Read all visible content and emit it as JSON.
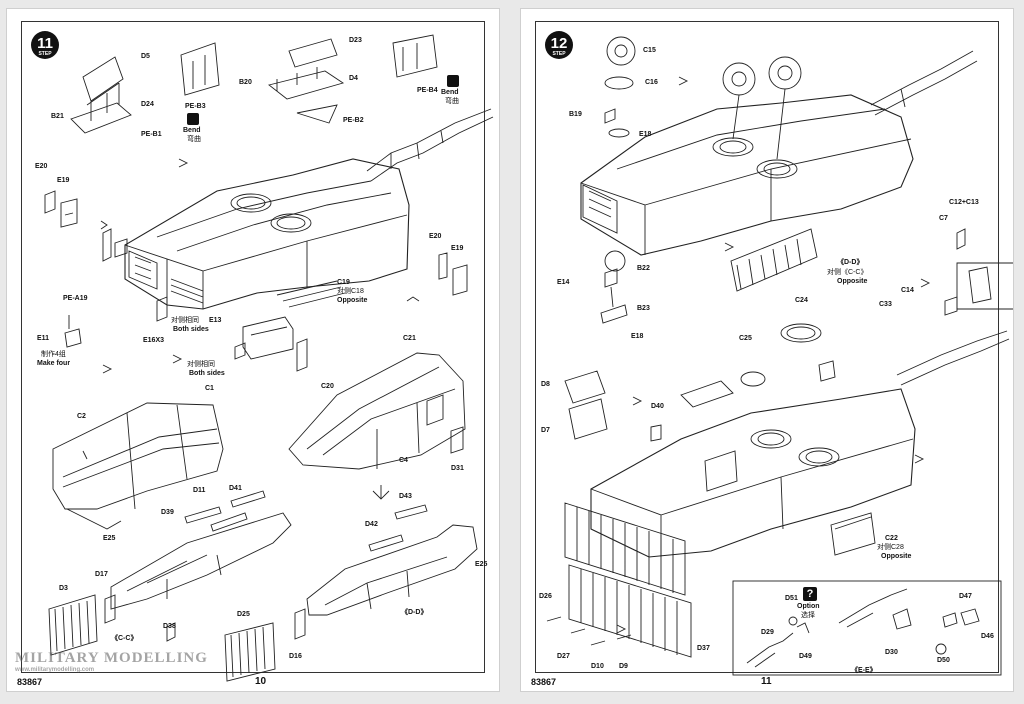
{
  "left": {
    "step": "11",
    "step_caption": "STEP",
    "page_number": "10",
    "product_code": "83867",
    "parts": {
      "d5": "D5",
      "d24": "D24",
      "b21": "B21",
      "peb1": "PE-B1",
      "peb3": "PE-B3",
      "bend1": "Bend",
      "bend1_cn": "弯曲",
      "d23": "D23",
      "b20": "B20",
      "d4": "D4",
      "peb2": "PE-B2",
      "peb4": "PE-B4",
      "bend2": "Bend",
      "bend2_cn": "弯曲",
      "e20a": "E20",
      "e19a": "E19",
      "e20b": "E20",
      "e19b": "E19",
      "pea19": "PE-A19",
      "e11": "E11",
      "make_four_cn": "制作4组",
      "make_four": "Make four",
      "c19": "C19",
      "c18": "对侧C18",
      "opposite1": "Opposite",
      "both1_cn": "对侧相同",
      "both1": "Both sides",
      "e13": "E13",
      "e16x3": "E16X3",
      "both2_cn": "对侧相同",
      "both2": "Both sides",
      "c21": "C21",
      "c2": "C2",
      "c1": "C1",
      "c20": "C20",
      "c4": "C4",
      "d31": "D31",
      "e25a": "E25",
      "d11": "D11",
      "d41": "D41",
      "d39": "D39",
      "d43": "D43",
      "d42": "D42",
      "e25b": "E25",
      "d3": "D3",
      "d17": "D17",
      "d38": "D38",
      "d25": "D25",
      "d16": "D16",
      "cc": "《C-C》",
      "dd": "《D-D》"
    },
    "watermark": "MILITARY MODELLING",
    "watermark_url": "www.militarymodelling.com"
  },
  "right": {
    "step": "12",
    "step_caption": "STEP",
    "page_number": "11",
    "product_code": "83867",
    "parts": {
      "c15": "C15",
      "c16": "C16",
      "b19": "B19",
      "e18a": "E18",
      "c12c13": "C12+C13",
      "c7": "C7",
      "dd": "《D-D》",
      "opposite_cn1": "对侧《C-C》",
      "opposite1": "Opposite",
      "b22": "B22",
      "e14": "E14",
      "b23": "B23",
      "e18b": "E18",
      "c33": "C33",
      "c14": "C14",
      "c24": "C24",
      "c25": "C25",
      "d8": "D8",
      "d7": "D7",
      "d40": "D40",
      "c22": "C22",
      "c28": "对侧C28",
      "opposite2": "Opposite",
      "d26": "D26",
      "d27": "D27",
      "d10": "D10",
      "d9": "D9",
      "d37": "D37",
      "d51": "D51",
      "option": "Option",
      "option_cn": "选择",
      "d29": "D29",
      "d49": "D49",
      "d30": "D30",
      "d47": "D47",
      "d46": "D46",
      "d50": "D50",
      "ee": "《E-E》"
    }
  }
}
